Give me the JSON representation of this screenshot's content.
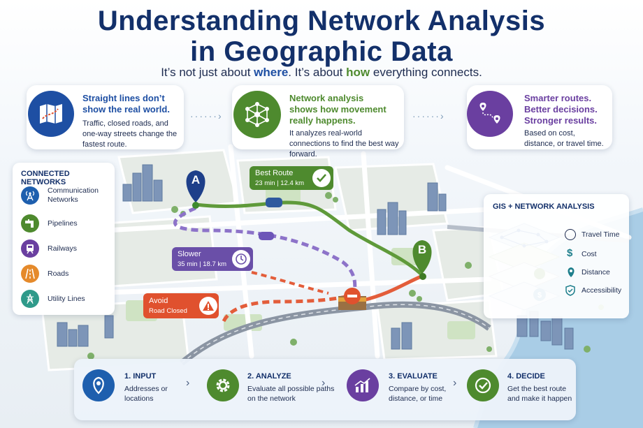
{
  "title": {
    "line1": "Understanding Network Analysis",
    "line2": "in Geographic Data"
  },
  "subtitle": {
    "part1": "It’s not just about ",
    "kw1": "where",
    "part2": ". It’s about ",
    "kw2": "how",
    "part3": " everything connects."
  },
  "intro_cards": [
    {
      "heading": "Straight lines don’t show the real world.",
      "text": "Traffic, closed roads, and one-way streets change the fastest route.",
      "icon": "map-icon",
      "color": "#1e4fa3"
    },
    {
      "heading": "Network analysis shows how movement really happens.",
      "text": "It analyzes real-world connections to find the best way forward.",
      "icon": "network-icon",
      "color": "#4e8a2e"
    },
    {
      "heading": "Smarter routes. Better decisions. Stronger results.",
      "text": "Based on cost, distance, or travel time.",
      "icon": "route-pin-icon",
      "color": "#6a3fa0"
    }
  ],
  "connected_networks": {
    "title": "CONNECTED NETWORKS",
    "items": [
      {
        "label": "Communication Networks",
        "icon": "antenna-icon",
        "color": "#1e5fae"
      },
      {
        "label": "Pipelines",
        "icon": "pipe-icon",
        "color": "#4e8a2e"
      },
      {
        "label": "Railways",
        "icon": "train-icon",
        "color": "#6a3fa0"
      },
      {
        "label": "Roads",
        "icon": "road-icon",
        "color": "#e58a2b"
      },
      {
        "label": "Utility Lines",
        "icon": "power-tower-icon",
        "color": "#2f9a8a"
      }
    ]
  },
  "map": {
    "marker_a": "A",
    "marker_b": "B",
    "best_route": {
      "label": "Best Route",
      "detail": "23 min | 12.4 km",
      "color": "#4e8a2e"
    },
    "slower_route": {
      "label": "Slower",
      "detail": "35 min | 18.7 km",
      "color": "#6a4fa8"
    },
    "avoid": {
      "label": "Avoid",
      "detail": "Road Closed",
      "color": "#e0512e"
    }
  },
  "gis": {
    "title": "GIS + NETWORK ANALYSIS",
    "items": [
      {
        "label": "Travel Time",
        "icon": "clock-icon"
      },
      {
        "label": "Cost",
        "icon": "dollar-icon"
      },
      {
        "label": "Distance",
        "icon": "location-pin-icon"
      },
      {
        "label": "Accessibility",
        "icon": "shield-check-icon"
      }
    ]
  },
  "steps": [
    {
      "title": "1. INPUT",
      "text": "Addresses or locations",
      "icon": "location-pin-icon",
      "color": "#1e5fae"
    },
    {
      "title": "2. ANALYZE",
      "text": "Evaluate all possible paths on the network",
      "icon": "gear-icon",
      "color": "#4e8a2e"
    },
    {
      "title": "3. EVALUATE",
      "text": "Compare by cost, distance, or time",
      "icon": "bar-chart-icon",
      "color": "#6a3fa0"
    },
    {
      "title": "4. DECIDE",
      "text": "Get the best route and make it happen",
      "icon": "check-circle-icon",
      "color": "#4e8a2e"
    }
  ]
}
